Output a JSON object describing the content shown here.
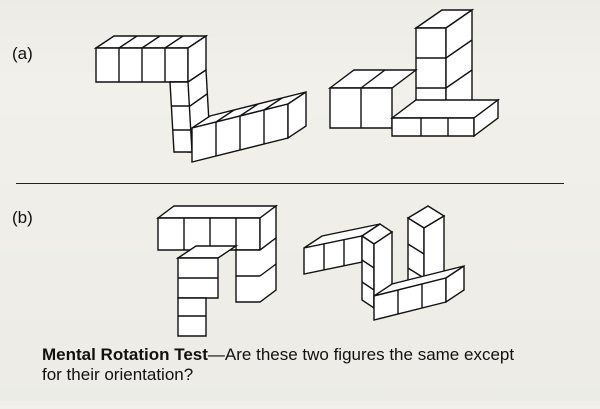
{
  "labels": {
    "a": "(a)",
    "b": "(b)"
  },
  "caption": {
    "title": "Mental Rotation Test",
    "dash": "—",
    "text_line1": "Are these two figures the same except",
    "text_line2": "for their orientation?"
  },
  "figures": [
    {
      "id": "a-left",
      "panel": "a",
      "description_name": "figure-a-left"
    },
    {
      "id": "a-right",
      "panel": "a",
      "description_name": "figure-a-right"
    },
    {
      "id": "b-left",
      "panel": "b",
      "description_name": "figure-b-left"
    },
    {
      "id": "b-right",
      "panel": "b",
      "description_name": "figure-b-right"
    }
  ],
  "colors": {
    "paper": "#f1f0ea",
    "ink": "#111111"
  }
}
